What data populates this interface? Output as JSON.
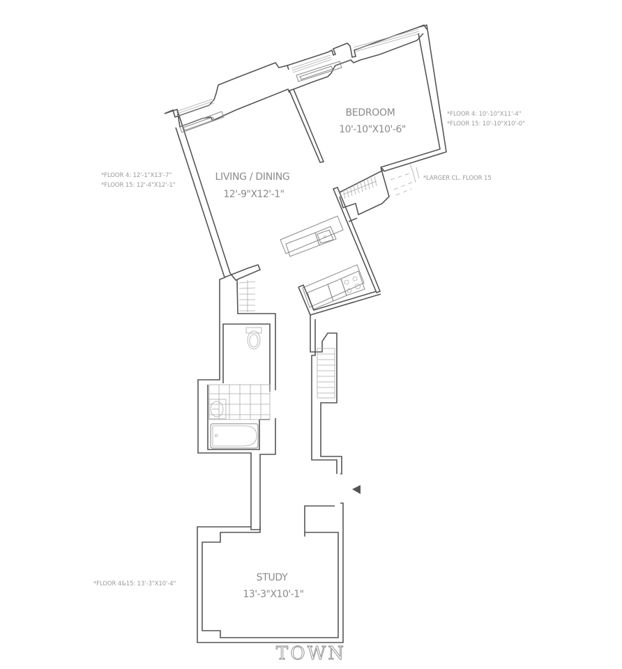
{
  "plan": {
    "rooms": [
      {
        "id": "bedroom",
        "name": "BEDROOM",
        "dimensions": "10'-10\"X10'-6\""
      },
      {
        "id": "living-dining",
        "name": "LIVING / DINING",
        "dimensions": "12'-9\"X12'-1\""
      },
      {
        "id": "study",
        "name": "STUDY",
        "dimensions": "13'-3\"X10'-1\""
      }
    ],
    "notes": {
      "bedroom": [
        "*FLOOR 4: 10'-10\"X11'-4\"",
        "*FLOOR 15: 10'-10\"X10'-0\""
      ],
      "living": [
        "*FLOOR 4: 12'-1\"X13'-7\"",
        "*FLOOR 15: 12'-4\"X12'-1\""
      ],
      "closet": [
        "*LARGER CL. FLOOR 15"
      ],
      "study": [
        "*FLOOR 4&15: 13'-3\"X10'-4\""
      ]
    },
    "entry_marker": "entry-arrow",
    "logo": "TOWN",
    "colors": {
      "line": "#555555",
      "text": "#8a8a8a",
      "background": "#ffffff"
    }
  }
}
